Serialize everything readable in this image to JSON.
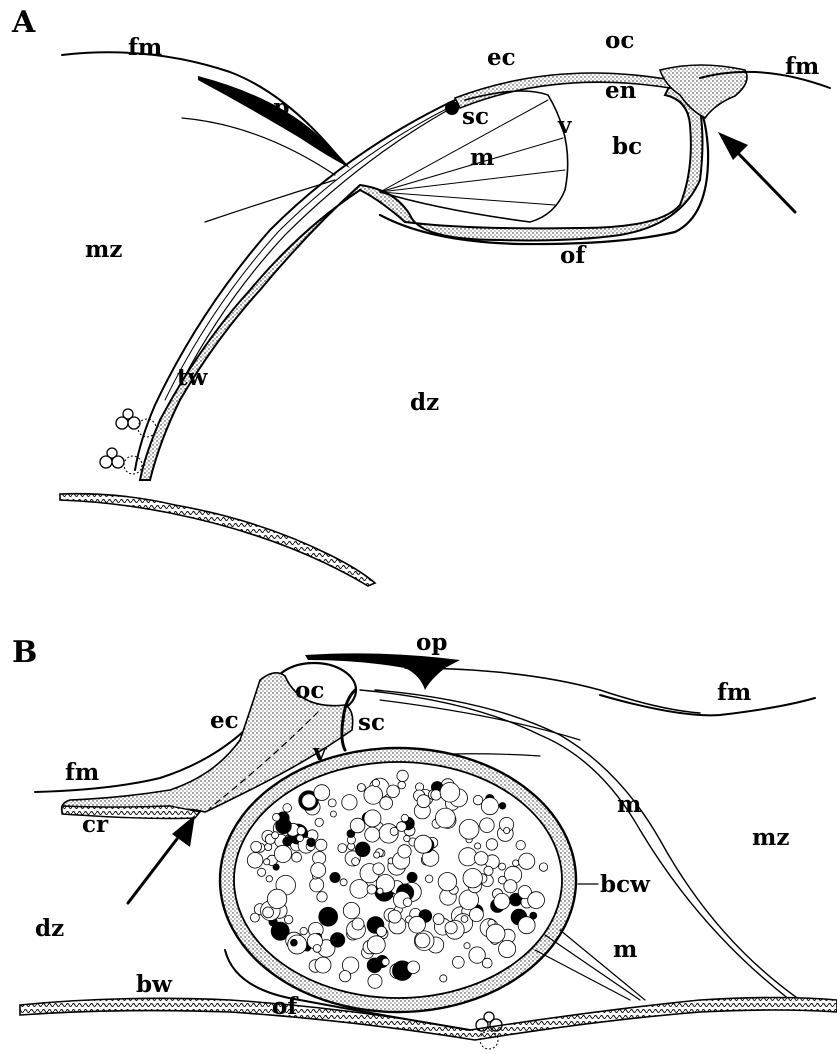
{
  "panels": [
    {
      "letter": "A",
      "labels": {
        "fm_left": "fm",
        "op": "op",
        "ec": "ec",
        "oc": "oc",
        "fm_right": "fm",
        "en": "en",
        "sc": "sc",
        "v": "v",
        "bc": "bc",
        "m": "m",
        "mz": "mz",
        "of": "of",
        "tw": "tw",
        "dz": "dz"
      }
    },
    {
      "letter": "B",
      "labels": {
        "op": "op",
        "oc": "oc",
        "ec": "ec",
        "sc": "sc",
        "fm_right": "fm",
        "fm_left": "fm",
        "v": "v",
        "cr": "cr",
        "m_upper": "m",
        "mz": "mz",
        "bcw": "bcw",
        "dz": "dz",
        "m_lower": "m",
        "bw": "bw",
        "of": "of"
      }
    }
  ],
  "colors": {
    "ink": "#000000",
    "paper": "#ffffff",
    "stipple": "#7a7a7a"
  }
}
